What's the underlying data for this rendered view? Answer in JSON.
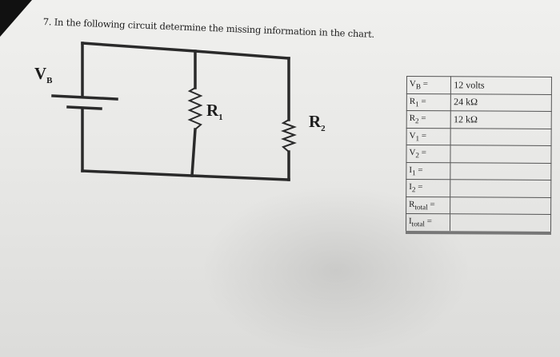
{
  "question": "7. In the following circuit determine the missing information in the chart.",
  "labels": {
    "vb_main": "V",
    "vb_sub": "B",
    "r1_main": "R",
    "r1_sub": "1",
    "r2_main": "R",
    "r2_sub": "2"
  },
  "chart": {
    "rows": [
      {
        "label_main": "V",
        "label_sub": "B",
        "value": "12 volts"
      },
      {
        "label_main": "R",
        "label_sub": "1",
        "value": "24 kΩ"
      },
      {
        "label_main": "R",
        "label_sub": "2",
        "value": "12 kΩ"
      },
      {
        "label_main": "V",
        "label_sub": "1",
        "value": ""
      },
      {
        "label_main": "V",
        "label_sub": "2",
        "value": ""
      },
      {
        "label_main": "I",
        "label_sub": "1",
        "value": ""
      },
      {
        "label_main": "I",
        "label_sub": "2",
        "value": ""
      },
      {
        "label_main": "R",
        "label_sub": "total",
        "value": ""
      },
      {
        "label_main": "I",
        "label_sub": "total",
        "value": ""
      }
    ],
    "equals": "="
  }
}
